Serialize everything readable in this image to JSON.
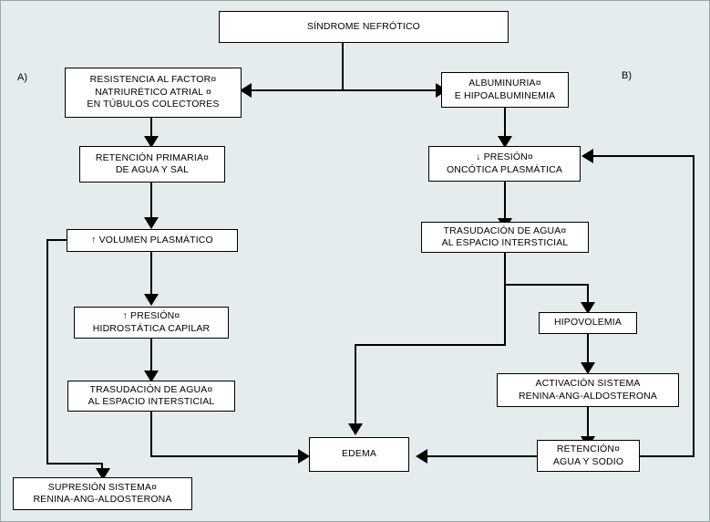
{
  "diagram": {
    "title": "SÍNDROME NEFRÓTICO",
    "background_color": "#e4eced",
    "box_fill_color": "#ffffff",
    "line_color": "#000000",
    "branch_labels": {
      "left": "A)",
      "right": "B)"
    }
  },
  "nodes": {
    "sindrome_nefrotico": "SÍNDROME NEFRÓTICO",
    "resistencia_factor": "RESISTENCIA AL FACTOR¤\nNATRIURÉTICO ATRIAL ¤\nEN TÚBULOS COLECTORES",
    "albuminuria": "ALBUMINURIA¤\nE HIPOALBUMINEMIA",
    "retencion_primaria": "RETENCIÓN PRIMARIA¤\nDE AGUA Y SAL",
    "presion_oncotica": "↓ PRESIÓN¤\nONCÓTICA PLASMÁTICA",
    "volumen_plasmatico": "↑ VOLUMEN PLASMÁTICO",
    "trasudacion_derecha": "TRASUDACIÓN DE AGUA¤\nAL ESPACIO INTERSTICIAL",
    "presion_hidrostatica": "↑ PRESIÓN¤\nHIDROSTÁTICA CAPILAR",
    "hipovolemia": "HIPOVOLEMIA",
    "trasudacion_izquierda": "TRASUDACIÓN DE AGUA¤\nAL ESPACIO INTERSTICIAL",
    "activacion_sistema": "ACTIVACIÓN SISTEMA\nRENINA-ANG-ALDOSTERONA",
    "edema": "EDEMA",
    "retencion_agua_sodio": "RETENCIÓN¤\nAGUA Y SODIO",
    "supresion_sistema": "SUPRESIÓN SISTEMA¤\nRENINA-ANG-ALDOSTERONA"
  }
}
